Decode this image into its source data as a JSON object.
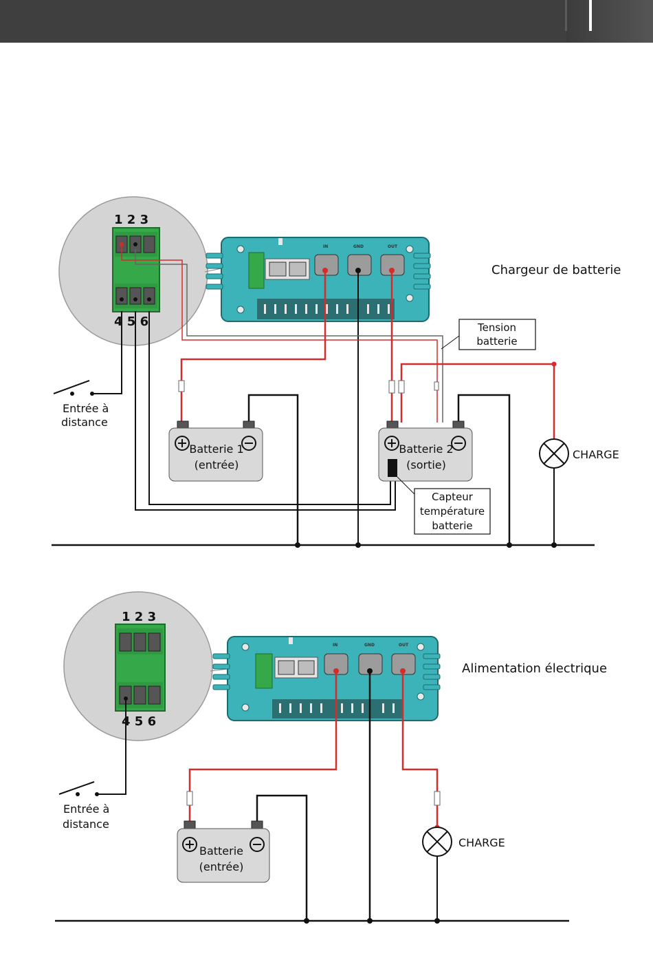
{
  "header": {
    "accent": "#3f3f3f"
  },
  "top": {
    "title": "Chargeur de batterie",
    "pins_top": "1 2 3",
    "pins_bottom": "4 5 6",
    "terminals": {
      "in": "IN",
      "gnd": "GND",
      "out": "OUT"
    },
    "battery1": {
      "line1": "Batterie 1",
      "line2": "(entrée)"
    },
    "battery2": {
      "line1": "Batterie 2",
      "line2": "(sortie)"
    },
    "remote": {
      "line1": "Entrée à",
      "line2": "distance"
    },
    "sense_box": {
      "line1": "Tension",
      "line2": "batterie"
    },
    "temp_box": {
      "line1": "Capteur",
      "line2": "température",
      "line3": "batterie"
    },
    "load": "CHARGE"
  },
  "bottom": {
    "title": "Alimentation électrique",
    "pins_top": "1 2 3",
    "pins_bottom": "4 5 6",
    "terminals": {
      "in": "IN",
      "gnd": "GND",
      "out": "OUT"
    },
    "battery": {
      "line1": "Batterie",
      "line2": "(entrée)"
    },
    "remote": {
      "line1": "Entrée à",
      "line2": "distance"
    },
    "load": "CHARGE"
  },
  "colors": {
    "device": "#3bb3b8",
    "connector": "#35a84a",
    "wire_red": "#d62b2b",
    "battery": "#d9d9d9",
    "zoom": "#d4d4d4"
  }
}
